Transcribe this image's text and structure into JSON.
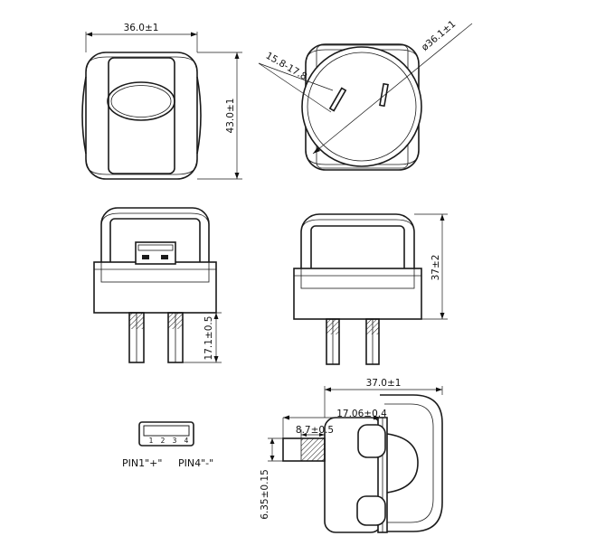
{
  "dimensions": {
    "front_width": "36.0±1",
    "front_height": "43.0±1",
    "outline_diameter": "ø36.1±1",
    "slot_spacing": "15.8-17.8",
    "total_height": "37±2",
    "pin_length": "17.1±0.5",
    "depth": "37.0±1",
    "base_depth": "17.06±0.4",
    "pin_offset": "8.7±0.5",
    "pin_width": "6.35±0.15"
  },
  "usb": {
    "pin_numbers": [
      "1",
      "2",
      "3",
      "4"
    ],
    "pin1_label": "PIN1\"+\"",
    "pin4_label": "PIN4\"-\""
  }
}
